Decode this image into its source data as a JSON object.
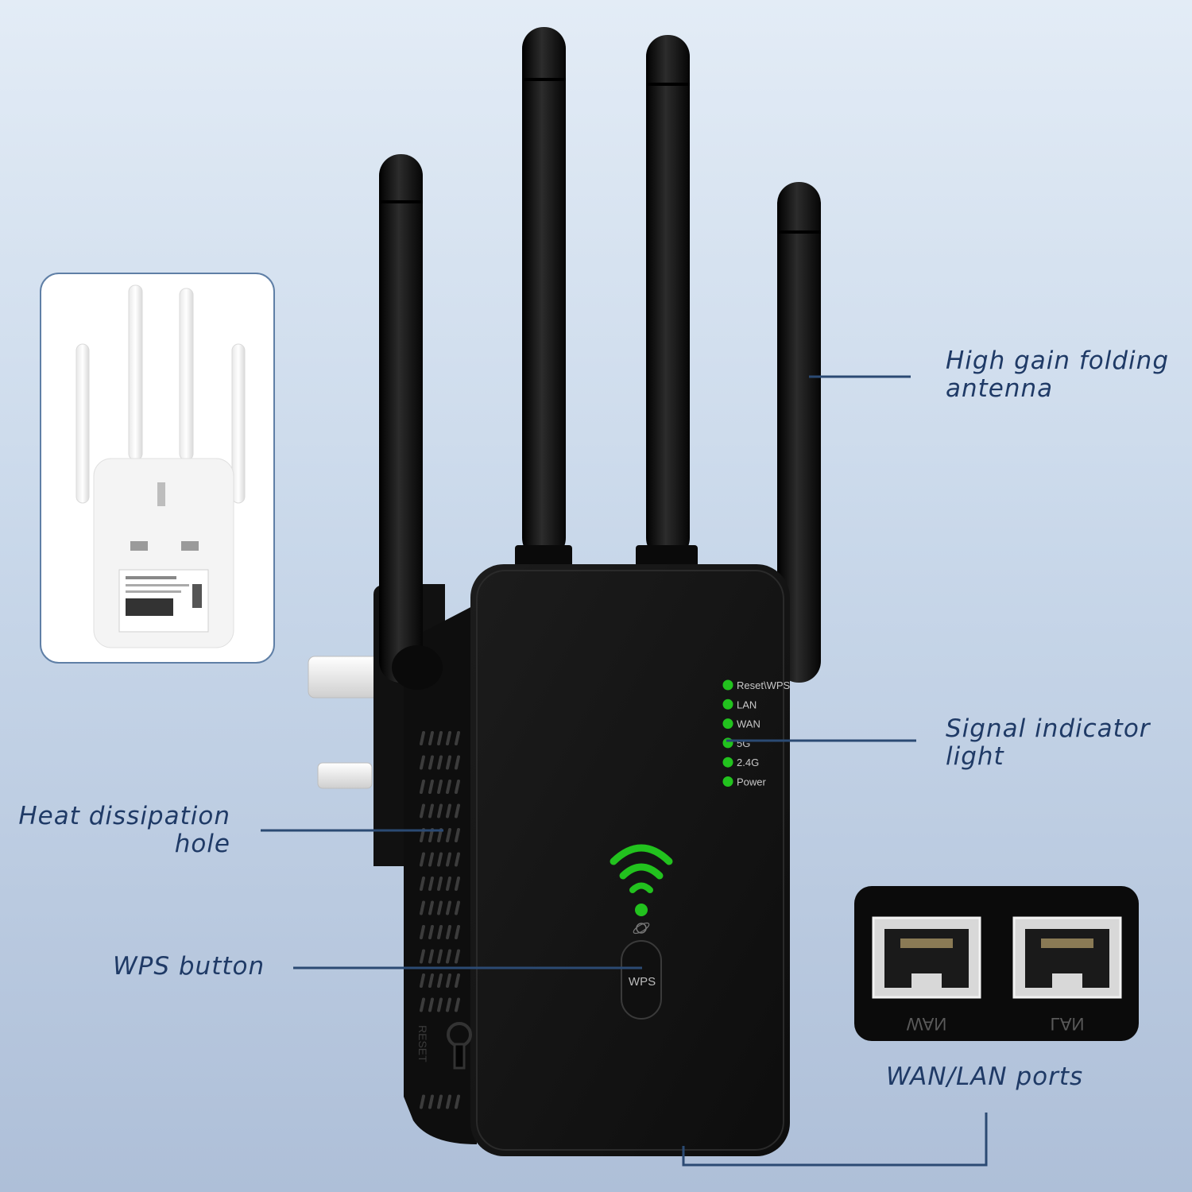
{
  "callouts": {
    "antenna": {
      "line1": "High gain folding",
      "line2": "antenna"
    },
    "signal": {
      "line1": "Signal indicator",
      "line2": "light"
    },
    "heat": {
      "line1": "Heat dissipation",
      "line2": "hole"
    },
    "wps": {
      "text": "WPS button"
    },
    "ports": {
      "text": "WAN/LAN ports"
    }
  },
  "device": {
    "leds": [
      "Reset\\WPS",
      "LAN",
      "WAN",
      "5G",
      "2.4G",
      "Power"
    ],
    "wps_label": "WPS",
    "reset_label": "RESET"
  },
  "ports": {
    "wan_label": "WAN",
    "lan_label": "LAN"
  },
  "colors": {
    "accent_text": "#1f3a66",
    "line": "#2b4a73",
    "led": "#22c21e",
    "device": "#141414"
  }
}
